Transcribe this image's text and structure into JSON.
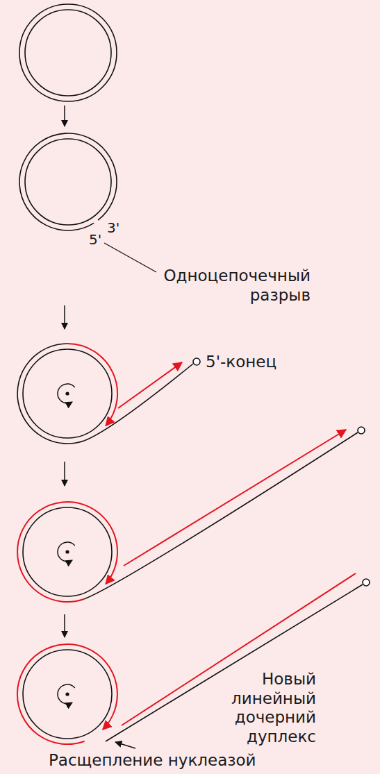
{
  "diagram": {
    "labels": [
      "3'",
      "5'",
      "Одноцепочечный разрыв",
      "5'-конец",
      "Новый линейный дочерний дуплекс",
      "Расщепление нуклеазой"
    ]
  }
}
